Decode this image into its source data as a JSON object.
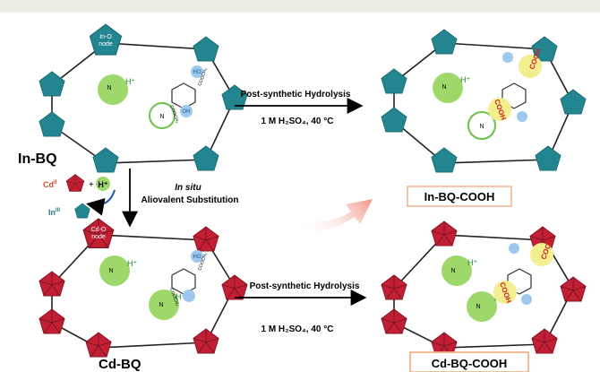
{
  "labels": {
    "in_bq": "In-BQ",
    "cd_bq": "Cd-BQ",
    "in_bq_cooh": "In-BQ-COOH",
    "cd_bq_cooh": "Cd-BQ-COOH",
    "in_node": [
      "In-O",
      "node"
    ],
    "cd_node": [
      "Cd-O",
      "node"
    ],
    "hydrolysis_top": "Post-synthetic Hydrolysis",
    "hydrolysis_bottom": "Post-synthetic Hydrolysis",
    "conditions_top": "1 M H₂SO₄, 40 °C",
    "conditions_bottom": "1 M H₂SO₄, 40 °C",
    "in_situ": "In situ",
    "aliovalent": "Aliovalent Substitution",
    "cd_ion": "Cd",
    "cd_ion_sup": "II",
    "in_ion": "In",
    "in_ion_sup": "III",
    "plus": "+",
    "h_plus": "H⁺",
    "ho": "HO",
    "oh": "OH",
    "cooh": "COOH",
    "cooch3": "COOCH₃"
  },
  "colors": {
    "teal_node": "#22858f",
    "red_node": "#c21f35",
    "green_circle": "#9fd86a",
    "blue_circle": "#9ec8ee",
    "yellow_circle": "#f3ef8e",
    "cooh_text": "#d02020",
    "label_box_border": "#f2b48f",
    "fade_arrow": "#f08a7a",
    "cd_label": "#d24a2a",
    "in_label": "#1f7f86"
  }
}
